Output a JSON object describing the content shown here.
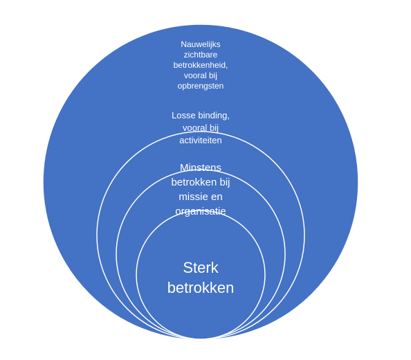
{
  "diagram": {
    "fill_color": "#4472c4",
    "stroke_color": "#ffffff",
    "rings": [
      {
        "id": "outer",
        "label": "Nauwelijks\nzichtbare\nbetrokkenheid,\nvooral bij\nopbrengsten"
      },
      {
        "id": "second",
        "label": "Losse binding,\nvooral bij\nactiviteiten"
      },
      {
        "id": "third",
        "label": "Minstens\nbetrokken bij\nmissie en\norganisatie"
      },
      {
        "id": "core",
        "label": "Sterk\nbetrokken"
      }
    ]
  }
}
